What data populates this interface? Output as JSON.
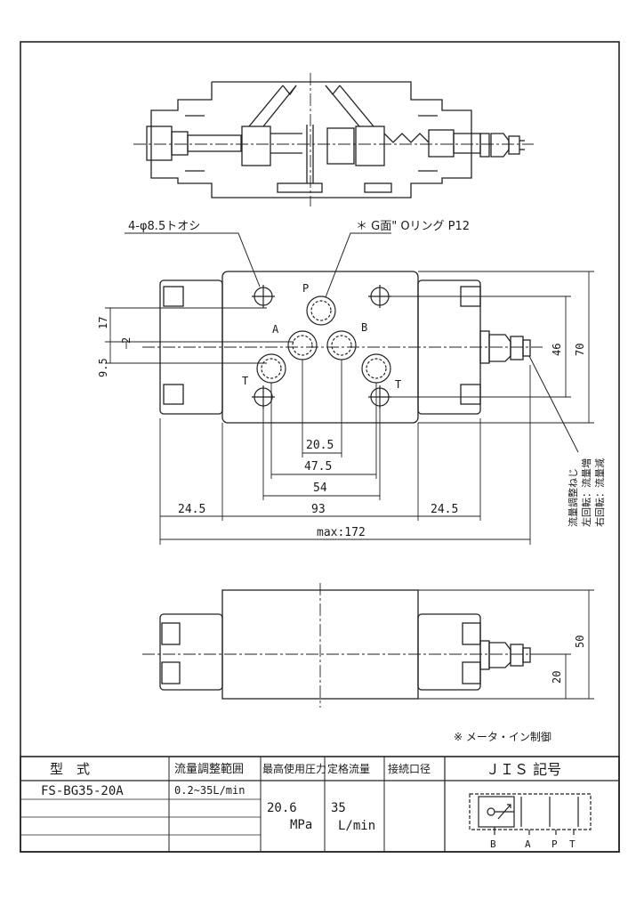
{
  "annotations": {
    "holes": "4-φ8.5トオシ",
    "oring": "＊ G面\" Oリング P12",
    "port_p": "P",
    "port_a": "A",
    "port_b": "B",
    "port_t_left": "T",
    "port_t_right": "T",
    "adjust_title": "流量調整ねじ",
    "adjust_left": "左回転：流量増",
    "adjust_right": "右回転：流量減",
    "meter_in": "※ メータ・イン制御"
  },
  "dimensions": {
    "d20_5": "20.5",
    "d47_5": "47.5",
    "d54": "54",
    "d24_5_left": "24.5",
    "d93": "93",
    "d24_5_right": "24.5",
    "dmax": "max:172",
    "d9_5": "9.5",
    "d17": "17",
    "d2": "2",
    "d46": "46",
    "d70": "70",
    "d50": "50",
    "d20": "20"
  },
  "spec_table": {
    "headers": {
      "model": "型　式",
      "flow_range": "流量調整範囲",
      "max_pressure": "最高使用圧力",
      "rated_flow": "定格流量",
      "port_size": "接続口径",
      "jis": "ＪＩＳ 記号"
    },
    "row": {
      "model": "FS-BG35-20A",
      "flow_range": "0.2~35L/min",
      "pressure_value": "20.6",
      "pressure_unit": "MPa",
      "flow_value": "35",
      "flow_unit": "L/min"
    },
    "jis_ports": [
      "B",
      "A",
      "P",
      "T"
    ]
  }
}
